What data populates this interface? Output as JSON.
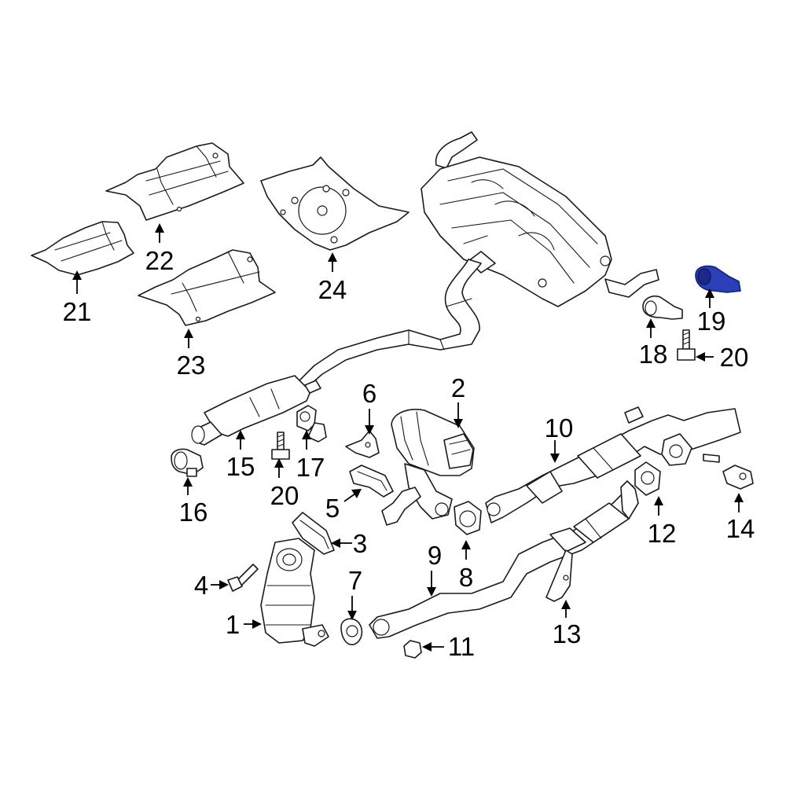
{
  "diagram": {
    "highlight_color": "#2b3fb8",
    "highlighted_part": "19",
    "callouts": {
      "c1": "1",
      "c2": "2",
      "c3": "3",
      "c4": "4",
      "c5": "5",
      "c6": "6",
      "c7": "7",
      "c8": "8",
      "c9": "9",
      "c10": "10",
      "c11": "11",
      "c12": "12",
      "c13": "13",
      "c14": "14",
      "c15": "15",
      "c16": "16",
      "c17": "17",
      "c18": "18",
      "c19": "19",
      "c20a": "20",
      "c20b": "20",
      "c21": "21",
      "c22": "22",
      "c23": "23",
      "c24": "24"
    }
  }
}
